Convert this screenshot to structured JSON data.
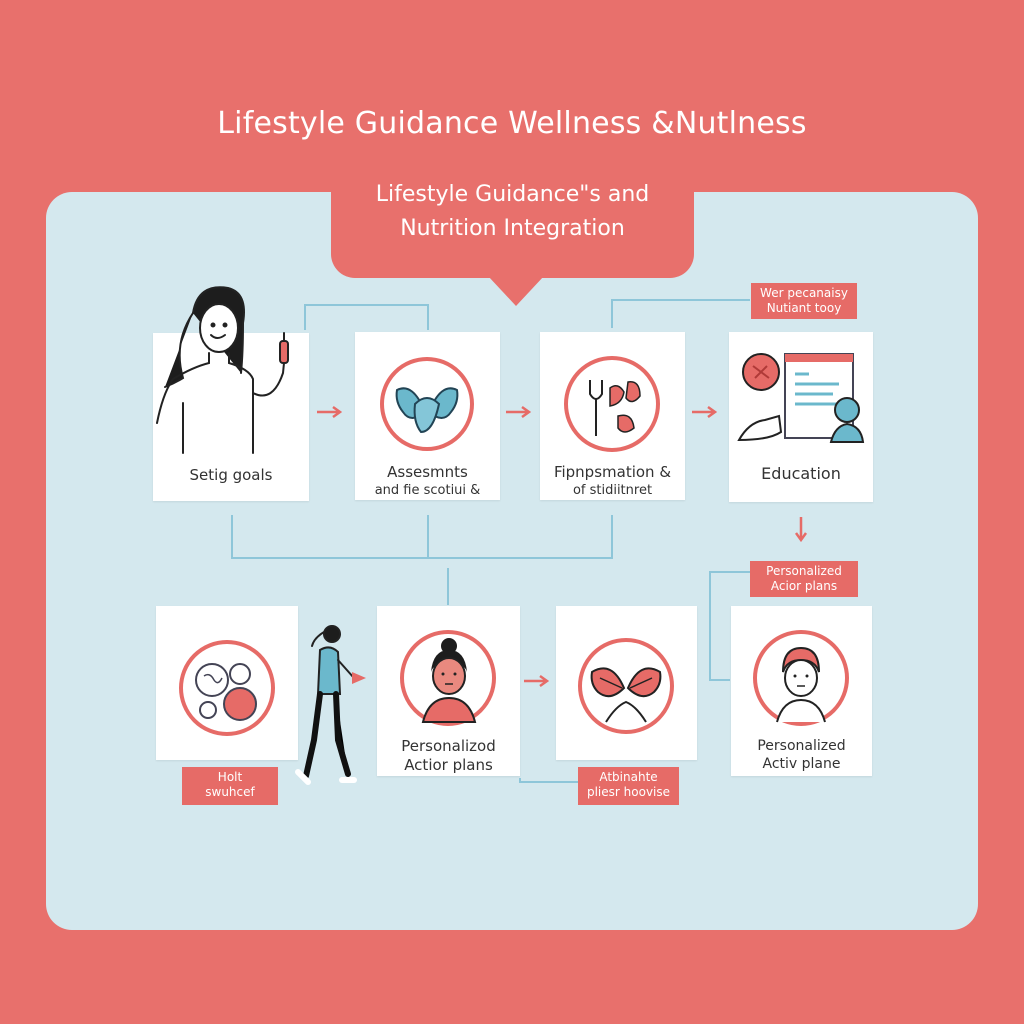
{
  "title": "Lifestyle Guidance Wellness &Nutlness",
  "callout": {
    "line1": "Lifestyle Guidance\"s and",
    "line2": "Nutrition Integration"
  },
  "cards": {
    "setting_goals": {
      "line1": "Setig goals",
      "line2": ""
    },
    "assessments": {
      "line1": "Assesmnts",
      "line2": "and fie scotiui &"
    },
    "nutrition": {
      "line1": "Fipnpsmation &",
      "line2": "of stidiitnret"
    },
    "education": {
      "line1": "Education",
      "line2": ""
    },
    "health_icon": {
      "line1": "",
      "line2": ""
    },
    "personalized_person": {
      "line1": "Personalizod",
      "line2": "Actior plans"
    },
    "leaves": {
      "line1": "",
      "line2": ""
    },
    "personalized_face": {
      "line1": "Personalized",
      "line2": "Activ plane"
    }
  },
  "tags": {
    "top_right": {
      "line1": "Wer pecanaisy",
      "line2": "Nutiant tooy"
    },
    "mid_right": {
      "line1": "Personalized",
      "line2": "Acior plans"
    },
    "bottom_left": {
      "line1": "Holt",
      "line2": "swuhcef"
    },
    "bottom_mid": {
      "line1": "Atbinahte",
      "line2": "pliesr hoovise"
    }
  },
  "colors": {
    "background": "#e8706c",
    "panel": "#d4e8ee",
    "accent": "#e66b67",
    "connector": "#8ec6d9",
    "teal": "#6bb8cc"
  }
}
